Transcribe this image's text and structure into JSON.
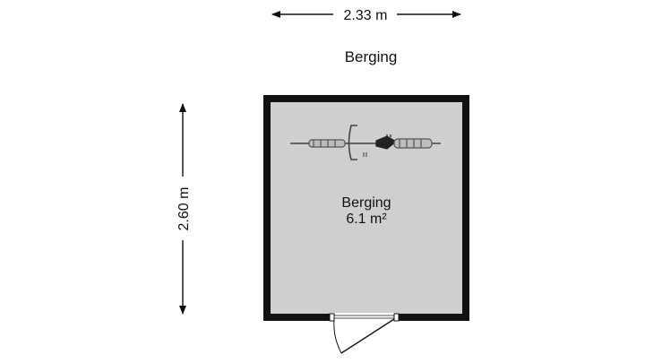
{
  "floor_plan": {
    "title": "Berging",
    "dimensions": {
      "width": "2.33 m",
      "height": "2.60 m"
    },
    "room": {
      "name": "Berging",
      "area": "6.1 m²"
    },
    "colors": {
      "wall": "#111111",
      "floor": "#cfcfcf",
      "dimension_line": "#111111",
      "bike": "#555555"
    },
    "furniture": [
      "bicycle-icon"
    ]
  }
}
